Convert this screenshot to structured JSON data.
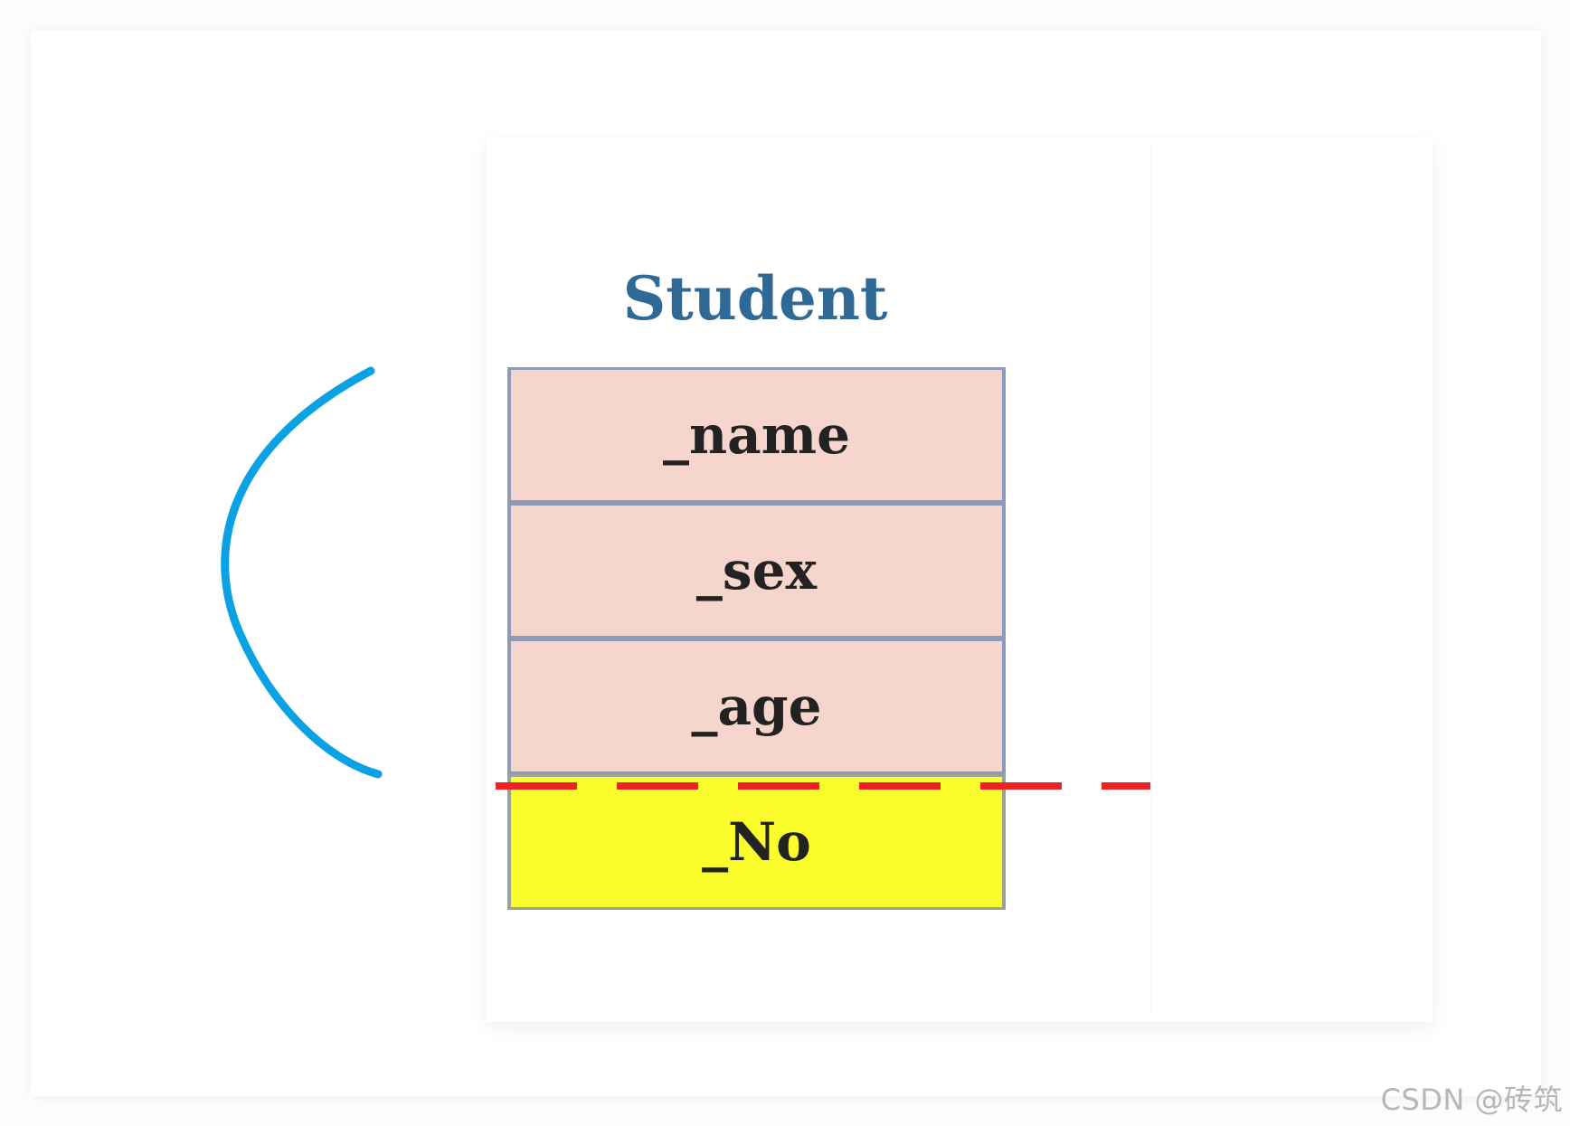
{
  "diagram": {
    "title": "Student",
    "fields": [
      {
        "label": "_name",
        "color": "#f5d5cc",
        "kind": "inherited"
      },
      {
        "label": "_sex",
        "color": "#f5d5cc",
        "kind": "inherited"
      },
      {
        "label": "_age",
        "color": "#f5d5cc",
        "kind": "inherited"
      },
      {
        "label": "_No",
        "color": "#fbfc2b",
        "kind": "own"
      }
    ],
    "title_color": "#2f6a97",
    "brace_color": "#0aa2e2",
    "split_line_color": "#ee2222"
  },
  "watermark": {
    "text": "CSDN @砖筑"
  }
}
